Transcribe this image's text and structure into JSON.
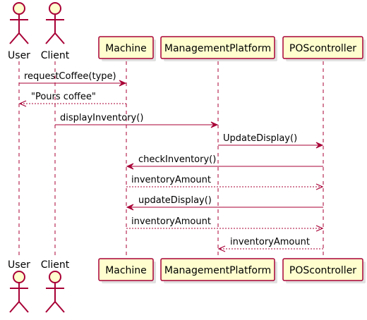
{
  "colors": {
    "line": "#A80036",
    "box_fill": "#FEFECE",
    "actor_fill": "#FEFECE",
    "text": "#000000"
  },
  "participants": [
    {
      "id": "user",
      "name": "User",
      "kind": "actor"
    },
    {
      "id": "client",
      "name": "Client",
      "kind": "actor"
    },
    {
      "id": "machine",
      "name": "Machine",
      "kind": "participant"
    },
    {
      "id": "mgmt",
      "name": "ManagementPlatform",
      "kind": "participant"
    },
    {
      "id": "pos",
      "name": "POScontroller",
      "kind": "participant"
    }
  ],
  "messages": [
    {
      "from": "user",
      "to": "machine",
      "label": "requestCoffee(type)",
      "style": "sync"
    },
    {
      "from": "machine",
      "to": "user",
      "label": "\"Pours coffee\"",
      "style": "return"
    },
    {
      "from": "client",
      "to": "mgmt",
      "label": "displayInventory()",
      "style": "sync"
    },
    {
      "from": "mgmt",
      "to": "pos",
      "label": "UpdateDisplay()",
      "style": "sync"
    },
    {
      "from": "pos",
      "to": "machine",
      "label": "checkInventory()",
      "style": "sync"
    },
    {
      "from": "machine",
      "to": "pos",
      "label": "inventoryAmount",
      "style": "return"
    },
    {
      "from": "pos",
      "to": "machine",
      "label": "updateDisplay()",
      "style": "sync"
    },
    {
      "from": "machine",
      "to": "pos",
      "label": "inventoryAmount",
      "style": "return"
    },
    {
      "from": "pos",
      "to": "mgmt",
      "label": "inventoryAmount",
      "style": "return"
    }
  ]
}
